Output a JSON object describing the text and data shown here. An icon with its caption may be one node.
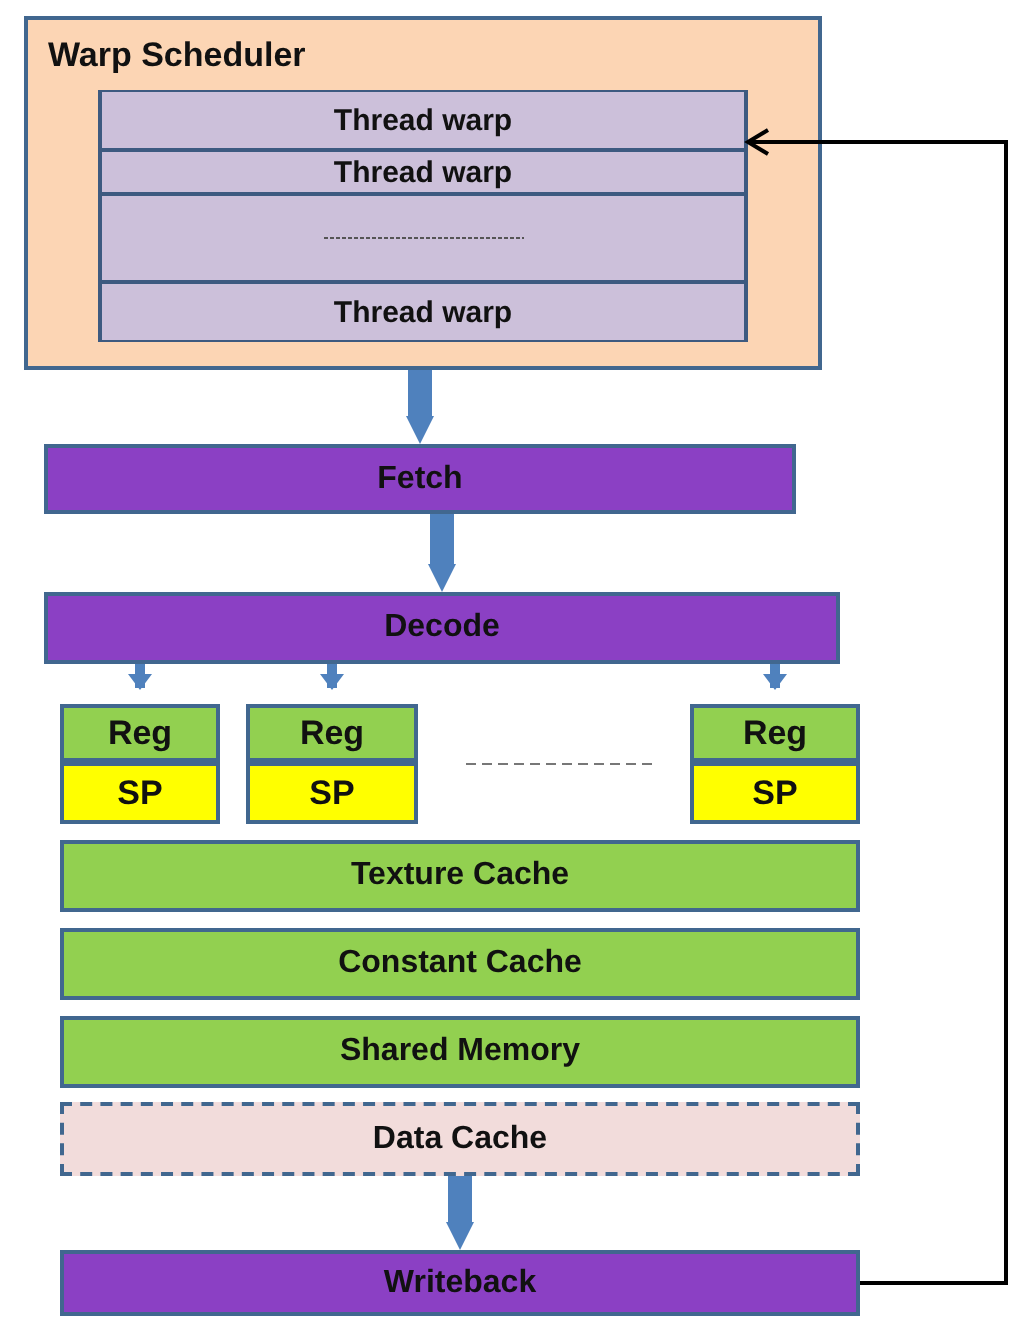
{
  "diagram": {
    "nodes": [
      {
        "text": [
          "Warp Scheduler"
        ]
      },
      {
        "text": [
          "Thread warp"
        ],
        "in": 0
      },
      {
        "text": [
          "Thread warp"
        ],
        "in": 0
      },
      {
        "text": [],
        "shape": "box",
        "in": 0
      },
      {
        "text": [
          "Thread warp"
        ],
        "in": 0
      },
      {
        "text": [
          "Fetch"
        ]
      },
      {
        "text": [
          "Decode"
        ]
      },
      {
        "text": [
          "Reg"
        ]
      },
      {
        "text": [
          "SP"
        ]
      },
      {
        "text": [
          "Reg"
        ]
      },
      {
        "text": [
          "SP"
        ]
      },
      {
        "text": [
          "Reg"
        ]
      },
      {
        "text": [
          "SP"
        ]
      },
      {
        "text": [
          "Texture Cache"
        ]
      },
      {
        "text": [
          "Constant Cache"
        ]
      },
      {
        "text": [
          "Shared Memory"
        ]
      },
      {
        "text": [
          "Data Cache"
        ]
      },
      {
        "text": [
          "Writeback"
        ]
      }
    ],
    "edges": [
      {
        "from": 0,
        "to": 5,
        "arrow": "to",
        "style": "thick"
      },
      {
        "from": 5,
        "to": 6,
        "arrow": "to",
        "style": "thick"
      },
      {
        "from": 6,
        "to": 7,
        "arrow": "to"
      },
      {
        "from": 6,
        "to": 9,
        "arrow": "to"
      },
      {
        "from": 6,
        "to": 11,
        "arrow": "to"
      },
      {
        "from": 16,
        "to": 17,
        "arrow": "to",
        "style": "thick"
      },
      {
        "from": 17,
        "to": 1,
        "arrow": "to",
        "color": "#000000"
      }
    ]
  }
}
